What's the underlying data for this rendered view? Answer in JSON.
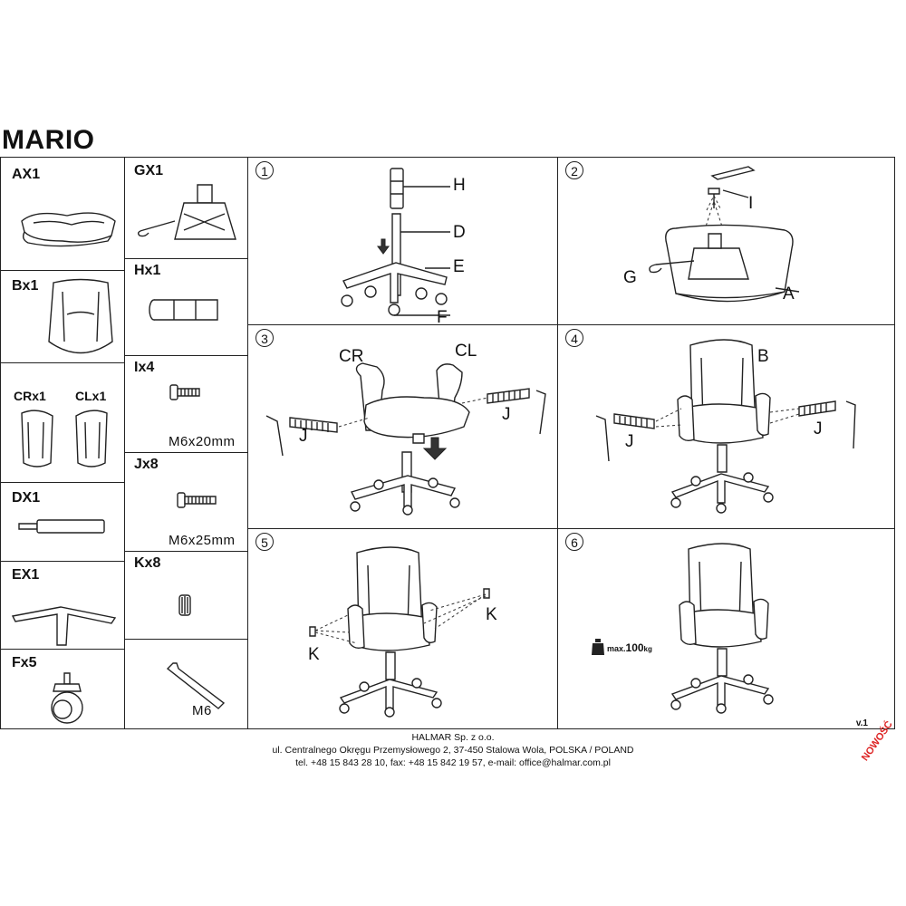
{
  "title": "MARIO",
  "parts": {
    "ax": "AX1",
    "bx": "Bx1",
    "cr": "CRx1",
    "cl": "CLx1",
    "dx": "DX1",
    "ex": "EX1",
    "fx": "Fx5",
    "gx": "GX1",
    "hx": "Hx1",
    "ix": "Ix4",
    "ix_size": "M6x20mm",
    "jx": "Jx8",
    "jx_size": "M6x25mm",
    "kx": "Kx8",
    "tool": "M6"
  },
  "steps": {
    "s1": {
      "num": "1",
      "H": "H",
      "D": "D",
      "E": "E",
      "F": "F"
    },
    "s2": {
      "num": "2",
      "I": "I",
      "G": "G",
      "A": "A"
    },
    "s3": {
      "num": "3",
      "CR": "CR",
      "CL": "CL",
      "J": "J"
    },
    "s4": {
      "num": "4",
      "B": "B",
      "J": "J"
    },
    "s5": {
      "num": "5",
      "K": "K"
    },
    "s6": {
      "num": "6",
      "max": "max.",
      "weight": "100",
      "unit": "kg"
    }
  },
  "version": "v.1",
  "footer": {
    "company": "HALMAR Sp. z o.o.",
    "address": "ul. Centralnego Okręgu Przemysłowego 2, 37-450 Stalowa Wola, POLSKA / POLAND",
    "contact": "tel. +48 15 843 28 10, fax: +48 15 842 19 57, e-mail: office@halmar.com.pl"
  },
  "stamp": "NOWOŚĆ",
  "colors": {
    "lines": "#222222",
    "stamp": "#dd2222"
  }
}
